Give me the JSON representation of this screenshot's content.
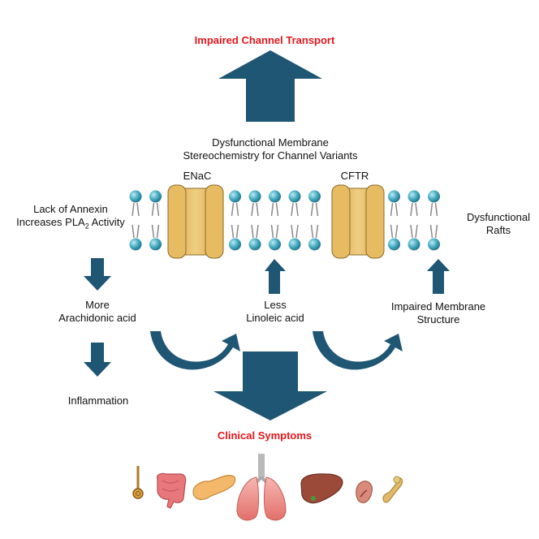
{
  "title_top": "Impaired Channel Transport",
  "stereo": {
    "line1": "Dysfunctional Membrane",
    "line2": "Stereochemistry for Channel Variants"
  },
  "channels": {
    "enac": "ENaC",
    "cftr": "CFTR"
  },
  "annexin": {
    "line1": "Lack of  Annexin",
    "line2_prefix": "Increases  PLA",
    "line2_sub": "2",
    "line2_suffix": " Activity"
  },
  "rafts": {
    "line1": "Dysfunctional",
    "line2": "Rafts"
  },
  "arachidonic": {
    "line1": "More",
    "line2": "Arachidonic acid"
  },
  "linoleic": {
    "line1": "Less",
    "line2": "Linoleic acid"
  },
  "membrane_structure": {
    "line1": "Impaired Membrane",
    "line2": "Structure"
  },
  "inflammation": "Inflammation",
  "clinical": "Clinical Symptoms",
  "organs": [
    "intestine-icon",
    "colon-icon",
    "pancreas-icon",
    "lungs-icon",
    "liver-icon",
    "kidney-icon",
    "bone-icon"
  ],
  "colors": {
    "arrow": "#1f5674",
    "red_text": "#e5161b",
    "lipid_head": "#4cb0c6",
    "channel": "#e0b660"
  }
}
